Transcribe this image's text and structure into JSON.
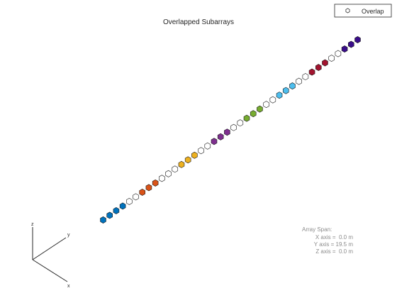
{
  "chart_data": {
    "type": "scatter",
    "title": "Overlapped Subarrays",
    "legend": {
      "label": "Overlap",
      "placement": "top-right"
    },
    "axes_triad": {
      "x": "x",
      "y": "y",
      "z": "z"
    },
    "array_span": {
      "heading": "Array Span:",
      "lines": [
        "X axis =  0.0 m",
        "Y axis = 19.5 m",
        "Z axis =  0.0 m"
      ]
    },
    "element_spacing_m": 0.5,
    "elements": [
      {
        "y": 0.0,
        "group": "blue"
      },
      {
        "y": 0.5,
        "group": "blue"
      },
      {
        "y": 1.0,
        "group": "blue"
      },
      {
        "y": 1.5,
        "group": "blue"
      },
      {
        "y": 2.0,
        "group": "overlap"
      },
      {
        "y": 2.5,
        "group": "overlap"
      },
      {
        "y": 3.0,
        "group": "orange"
      },
      {
        "y": 3.5,
        "group": "orange"
      },
      {
        "y": 4.0,
        "group": "orange"
      },
      {
        "y": 4.5,
        "group": "overlap"
      },
      {
        "y": 5.0,
        "group": "overlap"
      },
      {
        "y": 5.5,
        "group": "overlap"
      },
      {
        "y": 6.0,
        "group": "yellow"
      },
      {
        "y": 6.5,
        "group": "yellow"
      },
      {
        "y": 7.0,
        "group": "yellow"
      },
      {
        "y": 7.5,
        "group": "overlap"
      },
      {
        "y": 8.0,
        "group": "overlap"
      },
      {
        "y": 8.5,
        "group": "purple"
      },
      {
        "y": 9.0,
        "group": "purple"
      },
      {
        "y": 9.5,
        "group": "purple"
      },
      {
        "y": 10.0,
        "group": "overlap"
      },
      {
        "y": 10.5,
        "group": "overlap"
      },
      {
        "y": 11.0,
        "group": "green"
      },
      {
        "y": 11.5,
        "group": "green"
      },
      {
        "y": 12.0,
        "group": "green"
      },
      {
        "y": 12.5,
        "group": "overlap"
      },
      {
        "y": 13.0,
        "group": "overlap"
      },
      {
        "y": 13.5,
        "group": "cyan"
      },
      {
        "y": 14.0,
        "group": "cyan"
      },
      {
        "y": 14.5,
        "group": "cyan"
      },
      {
        "y": 15.0,
        "group": "overlap"
      },
      {
        "y": 15.5,
        "group": "overlap"
      },
      {
        "y": 16.0,
        "group": "red"
      },
      {
        "y": 16.5,
        "group": "red"
      },
      {
        "y": 17.0,
        "group": "red"
      },
      {
        "y": 17.5,
        "group": "overlap"
      },
      {
        "y": 18.0,
        "group": "overlap"
      },
      {
        "y": 18.5,
        "group": "indigo"
      },
      {
        "y": 19.0,
        "group": "indigo"
      },
      {
        "y": 19.5,
        "group": "indigo"
      }
    ],
    "colors": {
      "blue": "#0072BD",
      "orange": "#D95319",
      "yellow": "#EDB120",
      "purple": "#7E2F8E",
      "green": "#77AC30",
      "cyan": "#4DBEEE",
      "red": "#A2142F",
      "indigo": "#3A0D8A",
      "overlap": "#FFFFFF"
    }
  }
}
